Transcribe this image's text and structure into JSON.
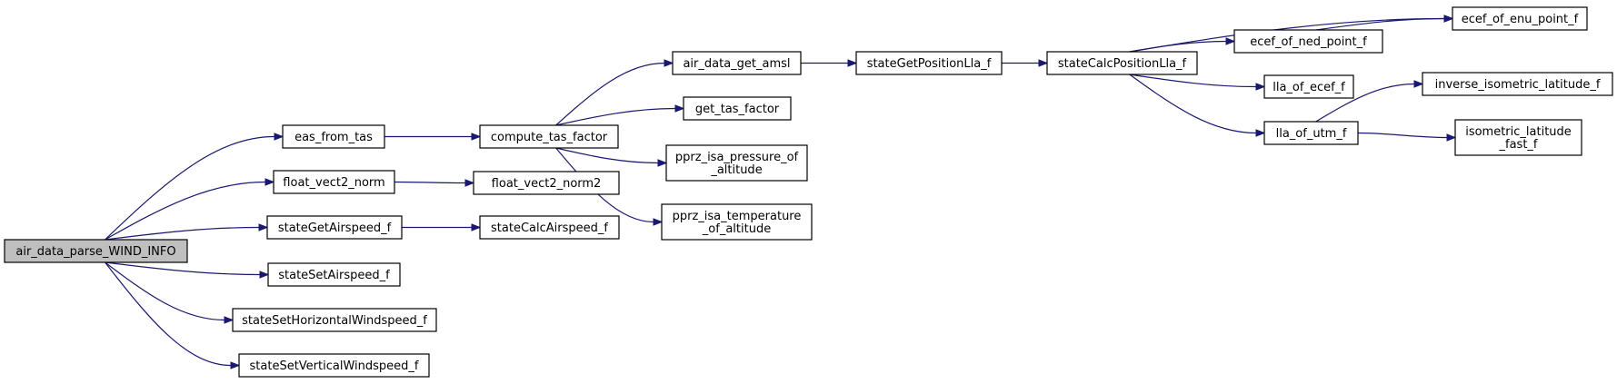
{
  "graph": {
    "nodes": [
      {
        "id": "n0",
        "label": "air_data_parse_WIND_INFO",
        "root": true
      },
      {
        "id": "n1",
        "label": "eas_from_tas"
      },
      {
        "id": "n2",
        "label": "compute_tas_factor"
      },
      {
        "id": "n3",
        "label": "air_data_get_amsl"
      },
      {
        "id": "n4",
        "label": "stateGetPositionLla_f"
      },
      {
        "id": "n5",
        "label": "stateCalcPositionLla_f"
      },
      {
        "id": "n6",
        "label": "ecef_of_enu_point_f"
      },
      {
        "id": "n7",
        "label": "ecef_of_ned_point_f"
      },
      {
        "id": "n8",
        "label": "lla_of_ecef_f"
      },
      {
        "id": "n9",
        "label": "lla_of_utm_f"
      },
      {
        "id": "n10",
        "label": "inverse_isometric_latitude_f"
      },
      {
        "id": "n11",
        "label": "isometric_latitude\n_fast_f"
      },
      {
        "id": "n12",
        "label": "get_tas_factor"
      },
      {
        "id": "n13",
        "label": "pprz_isa_pressure_of\n_altitude"
      },
      {
        "id": "n14",
        "label": "pprz_isa_temperature\n_of_altitude"
      },
      {
        "id": "n15",
        "label": "float_vect2_norm"
      },
      {
        "id": "n16",
        "label": "float_vect2_norm2"
      },
      {
        "id": "n17",
        "label": "stateGetAirspeed_f"
      },
      {
        "id": "n18",
        "label": "stateCalcAirspeed_f"
      },
      {
        "id": "n19",
        "label": "stateSetAirspeed_f"
      },
      {
        "id": "n20",
        "label": "stateSetHorizontalWindspeed_f"
      },
      {
        "id": "n21",
        "label": "stateSetVerticalWindspeed_f"
      }
    ],
    "edges": [
      [
        "n0",
        "n1"
      ],
      [
        "n0",
        "n15"
      ],
      [
        "n0",
        "n17"
      ],
      [
        "n0",
        "n19"
      ],
      [
        "n0",
        "n20"
      ],
      [
        "n0",
        "n21"
      ],
      [
        "n1",
        "n2"
      ],
      [
        "n2",
        "n3"
      ],
      [
        "n2",
        "n12"
      ],
      [
        "n2",
        "n13"
      ],
      [
        "n2",
        "n14"
      ],
      [
        "n3",
        "n4"
      ],
      [
        "n4",
        "n5"
      ],
      [
        "n5",
        "n6"
      ],
      [
        "n5",
        "n7"
      ],
      [
        "n5",
        "n8"
      ],
      [
        "n5",
        "n9"
      ],
      [
        "n7",
        "n6"
      ],
      [
        "n9",
        "n10"
      ],
      [
        "n9",
        "n11"
      ],
      [
        "n15",
        "n16"
      ],
      [
        "n17",
        "n18"
      ]
    ],
    "colors": {
      "edge": "#191970",
      "root_fill": "#bfbfbf",
      "node_fill": "#ffffff",
      "node_stroke": "#000000"
    }
  }
}
